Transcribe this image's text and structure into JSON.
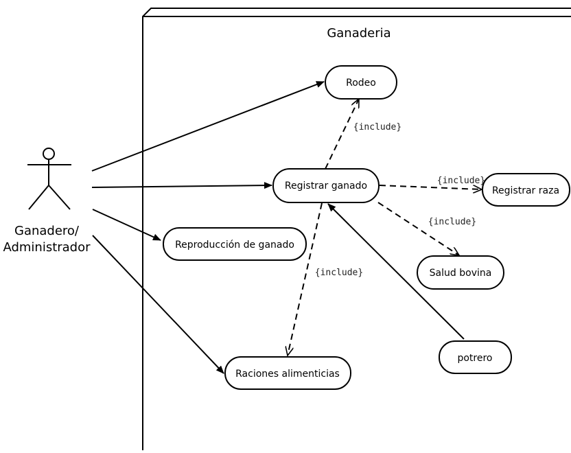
{
  "system": {
    "title": "Ganaderia"
  },
  "actor": {
    "line1": "Ganadero/",
    "line2": "Administrador"
  },
  "use_cases": {
    "rodeo": "Rodeo",
    "registrar_ganado": "Registrar ganado",
    "registrar_raza": "Registrar raza",
    "salud_bovina": "Salud bovina",
    "reproduccion": "Reproducción de ganado",
    "raciones": "Raciones alimenticias",
    "potrero": "potrero"
  },
  "relations": {
    "include_rodeo": "{include}",
    "include_raza": "{include}",
    "include_salud": "{include}",
    "include_raciones": "{include}"
  }
}
